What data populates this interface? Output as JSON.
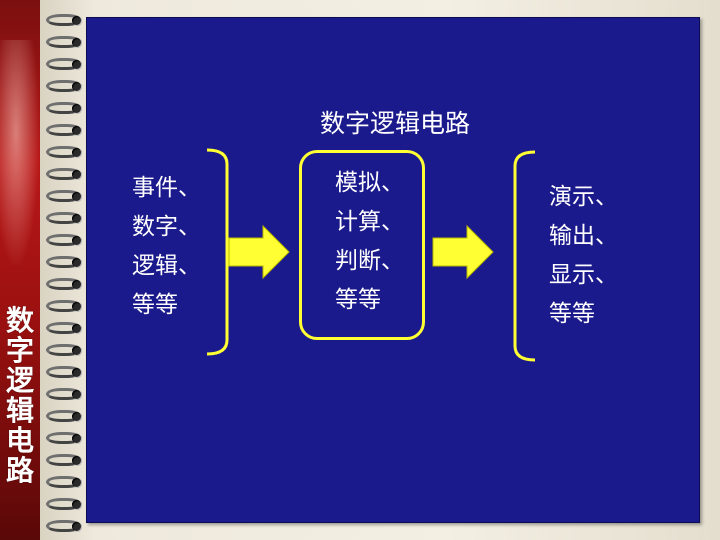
{
  "sidebar": {
    "title_chars": [
      "数",
      "字",
      "逻",
      "辑",
      "电",
      "路"
    ]
  },
  "slide": {
    "title": "数字逻辑电路",
    "left_items": [
      "事件、",
      "数字、",
      "逻辑、",
      "等等"
    ],
    "middle_items": [
      "模拟、",
      "计算、",
      "判断、",
      "等等"
    ],
    "right_items": [
      "演示、",
      "输出、",
      "显示、",
      "等等"
    ]
  },
  "colors": {
    "panel": "#1b1a8c",
    "accent": "#ffff33",
    "text": "#ffffff"
  },
  "icons": [
    "spiral-binding-icon",
    "right-arrow-icon",
    "bracket-icon"
  ]
}
